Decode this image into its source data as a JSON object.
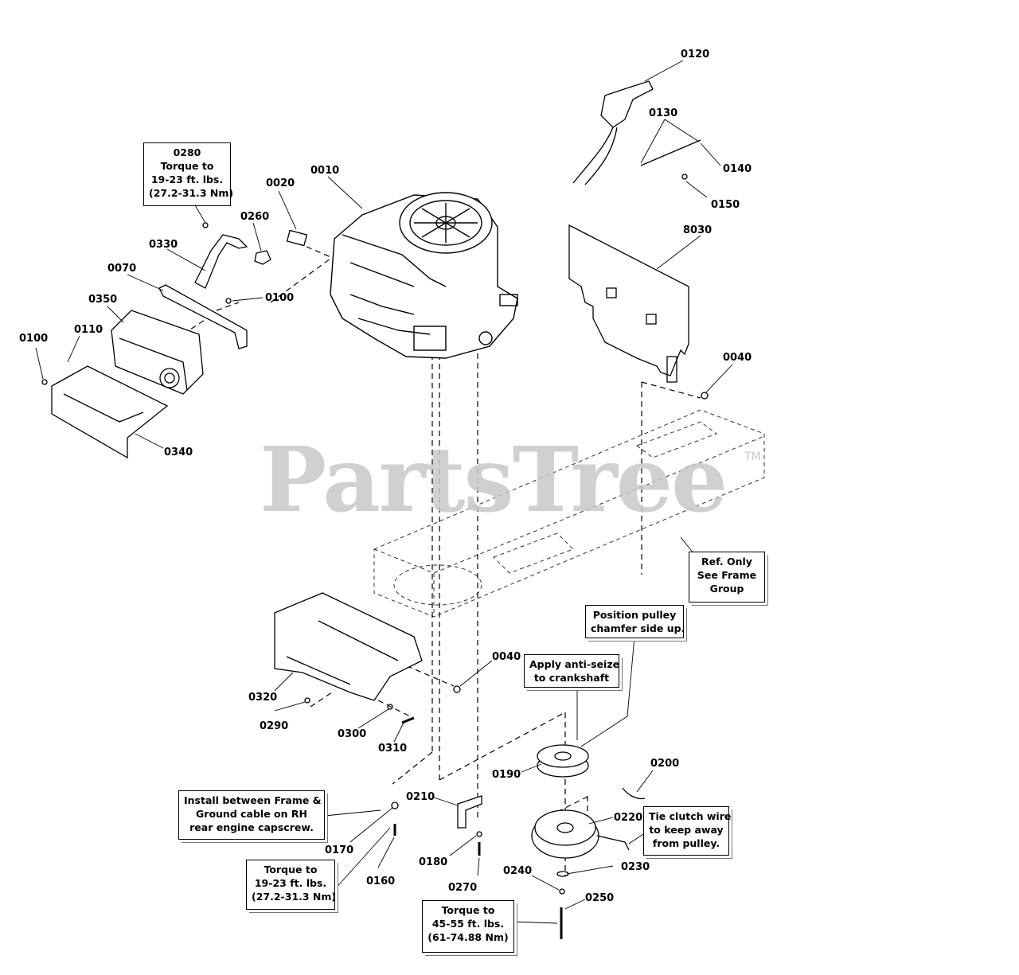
{
  "watermark": "PartsTree",
  "watermark_tm": "TM",
  "part_labels": [
    "0120",
    "0130",
    "0140",
    "0150",
    "0010",
    "0020",
    "8030",
    "0280",
    "0260",
    "0330",
    "0070",
    "0100",
    "0350",
    "0110",
    "0040",
    "0340",
    "0320",
    "0290",
    "0300",
    "0310",
    "0190",
    "0200",
    "0210",
    "0220",
    "0230",
    "0240",
    "0250",
    "0170",
    "0160",
    "0180",
    "0270"
  ],
  "notes": {
    "torque_0280": [
      "0280",
      "Torque to",
      "19-23 ft. lbs.",
      "(27.2-31.3 Nm)"
    ],
    "ref_frame": [
      "Ref. Only",
      "See Frame",
      "Group"
    ],
    "position_pulley": [
      "Position pulley",
      "chamfer side up."
    ],
    "anti_seize": [
      "Apply anti-seize",
      "to crankshaft"
    ],
    "tie_clutch": [
      "Tie clutch wire",
      "to keep away",
      "from pulley."
    ],
    "install_between": [
      "Install between Frame &",
      "Ground cable on RH",
      "rear engine capscrew."
    ],
    "torque_lower": [
      "Torque to",
      "19-23 ft. lbs.",
      "(27.2-31.3 Nm)"
    ],
    "torque_bottom": [
      "Torque to",
      "45-55 ft. lbs.",
      "(61-74.88 Nm)"
    ]
  }
}
